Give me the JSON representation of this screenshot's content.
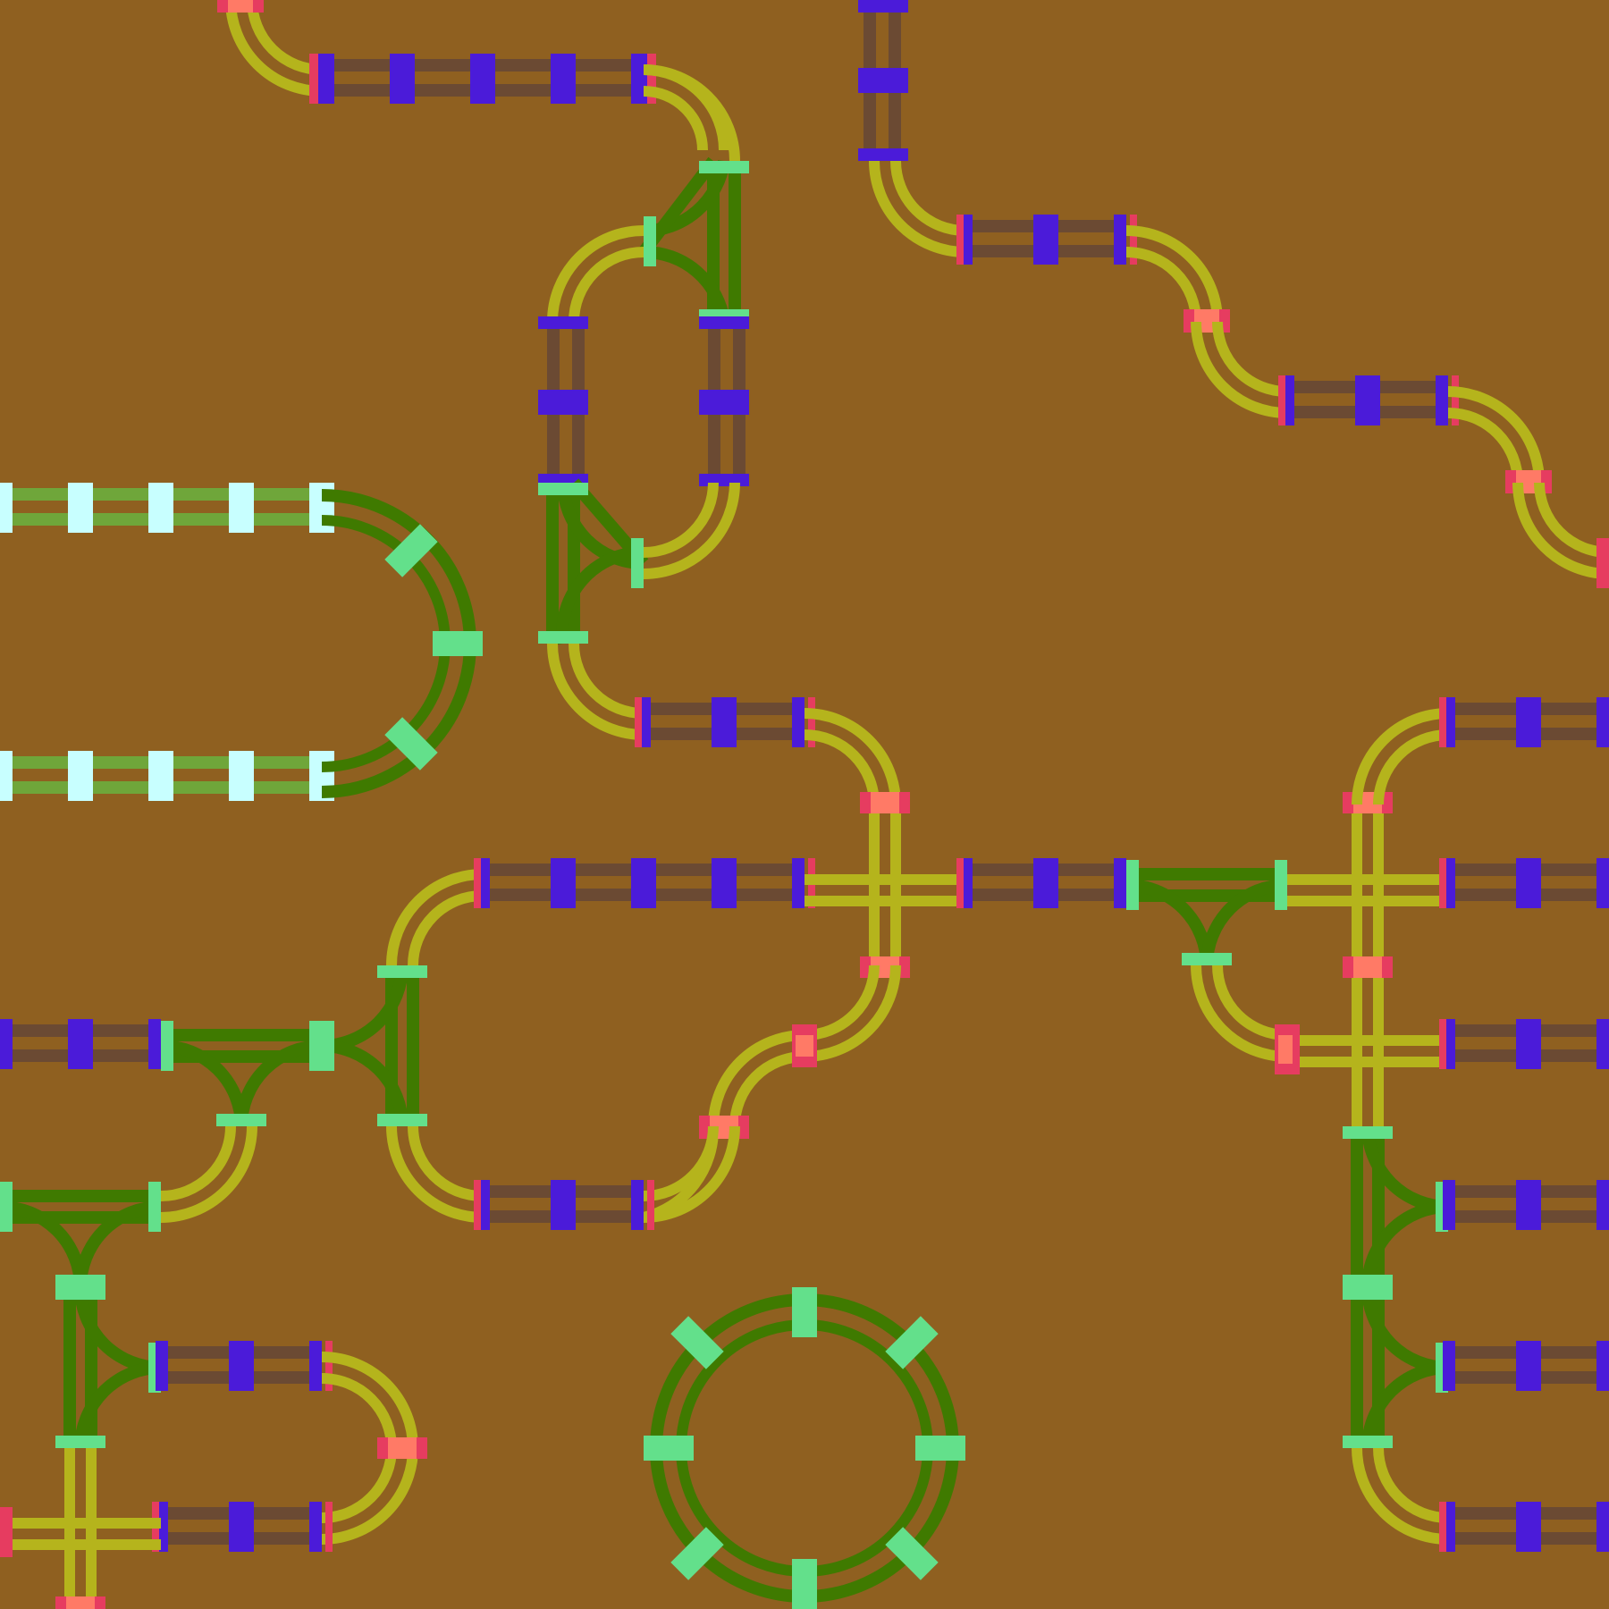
{
  "game": {
    "type": "track-puzzle",
    "background_color": "#8f6020",
    "grid": {
      "columns": 10,
      "rows": 10
    },
    "colors": {
      "straight_rail": "#6b4a33",
      "straight_tie": "#4b1bd9",
      "curve_rail": "#b5b41c",
      "end_cap": "#e63c60",
      "end_cap_inner": "#ff7a66",
      "switch_rail": "#3f7a00",
      "switch_tie": "#63e08b",
      "path_rail": "#6fa63a",
      "path_tie": "#c8ffff"
    },
    "piece_types": [
      "straight-track",
      "curved-track",
      "crossing-track",
      "switch-junction",
      "loop-track",
      "highlighted-path"
    ],
    "features": [
      {
        "name": "highlighted-path",
        "shape": "hairpin",
        "color": "path_rail"
      },
      {
        "name": "loop-track",
        "shape": "circle",
        "color": "switch_rail"
      }
    ]
  }
}
